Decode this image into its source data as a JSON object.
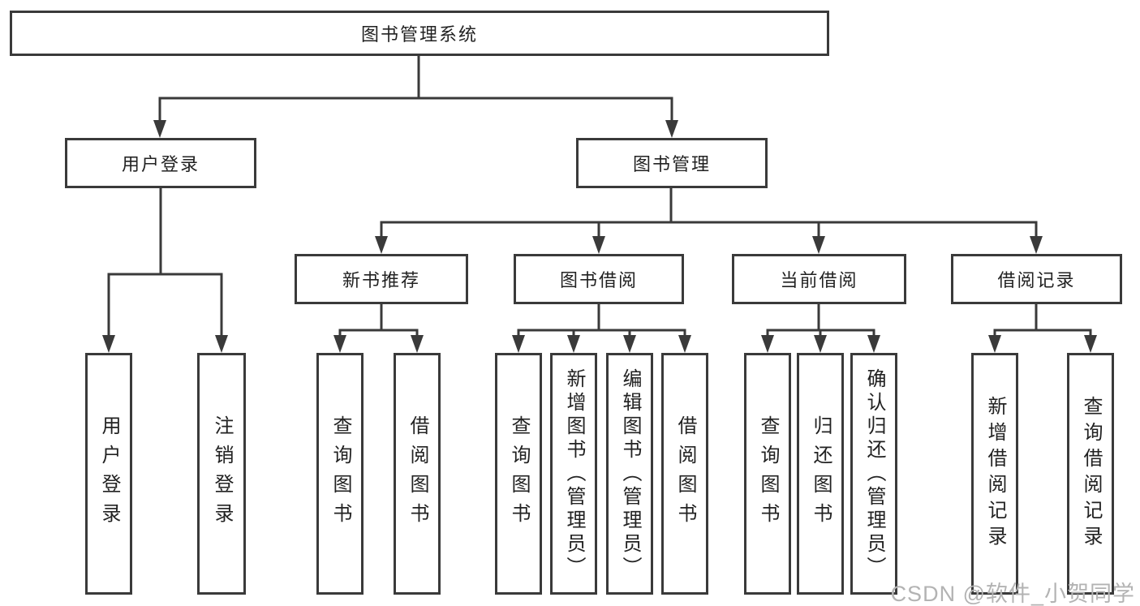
{
  "diagram": {
    "root": {
      "label": "图书管理系统"
    },
    "branches": [
      {
        "label": "用户登录",
        "children": [
          {
            "label": "用户登录"
          },
          {
            "label": "注销登录"
          }
        ]
      },
      {
        "label": "图书管理",
        "children": [
          {
            "label": "新书推荐",
            "children": [
              {
                "label": "查询图书"
              },
              {
                "label": "借阅图书"
              }
            ]
          },
          {
            "label": "图书借阅",
            "children": [
              {
                "label": "查询图书"
              },
              {
                "label": "新增图书（管理员）"
              },
              {
                "label": "编辑图书（管理员）"
              },
              {
                "label": "借阅图书"
              }
            ]
          },
          {
            "label": "当前借阅",
            "children": [
              {
                "label": "查询图书"
              },
              {
                "label": "归还图书"
              },
              {
                "label": "确认归还（管理员）"
              }
            ]
          },
          {
            "label": "借阅记录",
            "children": [
              {
                "label": "新增借阅记录"
              },
              {
                "label": "查询借阅记录"
              }
            ]
          }
        ]
      }
    ]
  },
  "watermark": {
    "text": "CSDN @软件_小贺同学"
  },
  "colors": {
    "line": "#3a3a3a",
    "text": "#222222",
    "watermark": "#b3b3b3",
    "background": "#ffffff"
  }
}
